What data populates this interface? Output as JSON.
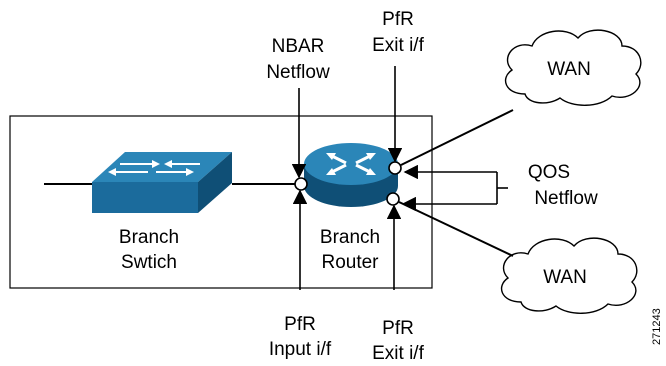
{
  "labels": {
    "nbar_line1": "NBAR",
    "nbar_line2": "Netflow",
    "pfr_exit_top_line1": "PfR",
    "pfr_exit_top_line2": "Exit i/f",
    "wan_top": "WAN",
    "wan_bottom": "WAN",
    "qos_line1": "QOS",
    "qos_line2": "Netflow",
    "switch_line1": "Branch",
    "switch_line2": "Swtich",
    "router_line1": "Branch",
    "router_line2": "Router",
    "pfr_input_line1": "PfR",
    "pfr_input_line2": "Input i/f",
    "pfr_exit_bottom_line1": "PfR",
    "pfr_exit_bottom_line2": "Exit i/f",
    "figure_id": "271243"
  },
  "colors": {
    "device_blue": "#1b6b9c",
    "device_dark": "#0f4f76",
    "device_light": "#2b86b8",
    "line": "#000000"
  }
}
